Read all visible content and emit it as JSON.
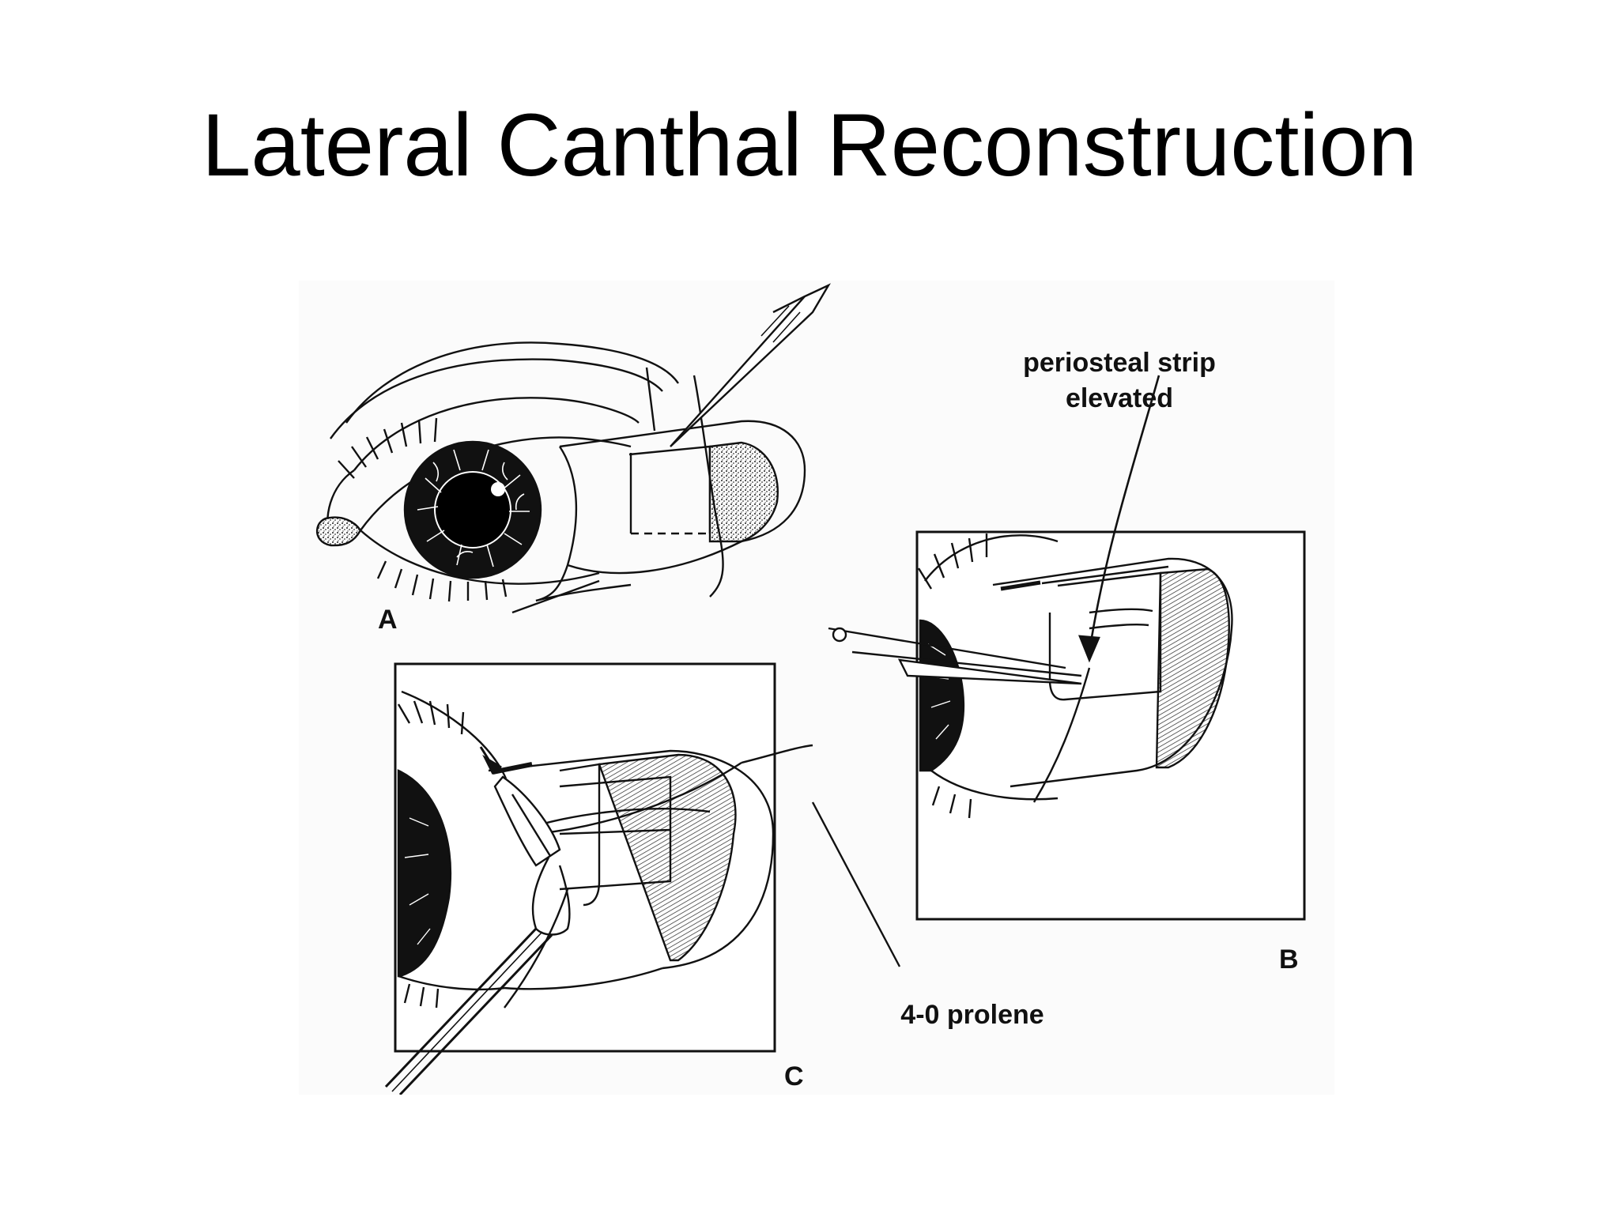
{
  "slide": {
    "title": "Lateral Canthal Reconstruction"
  },
  "figure": {
    "labels": {
      "periosteal_line1": "periosteal strip",
      "periosteal_line2": "elevated",
      "suture": "4-0 prolene"
    },
    "panels": {
      "a": "A",
      "b": "B",
      "c": "C"
    }
  }
}
